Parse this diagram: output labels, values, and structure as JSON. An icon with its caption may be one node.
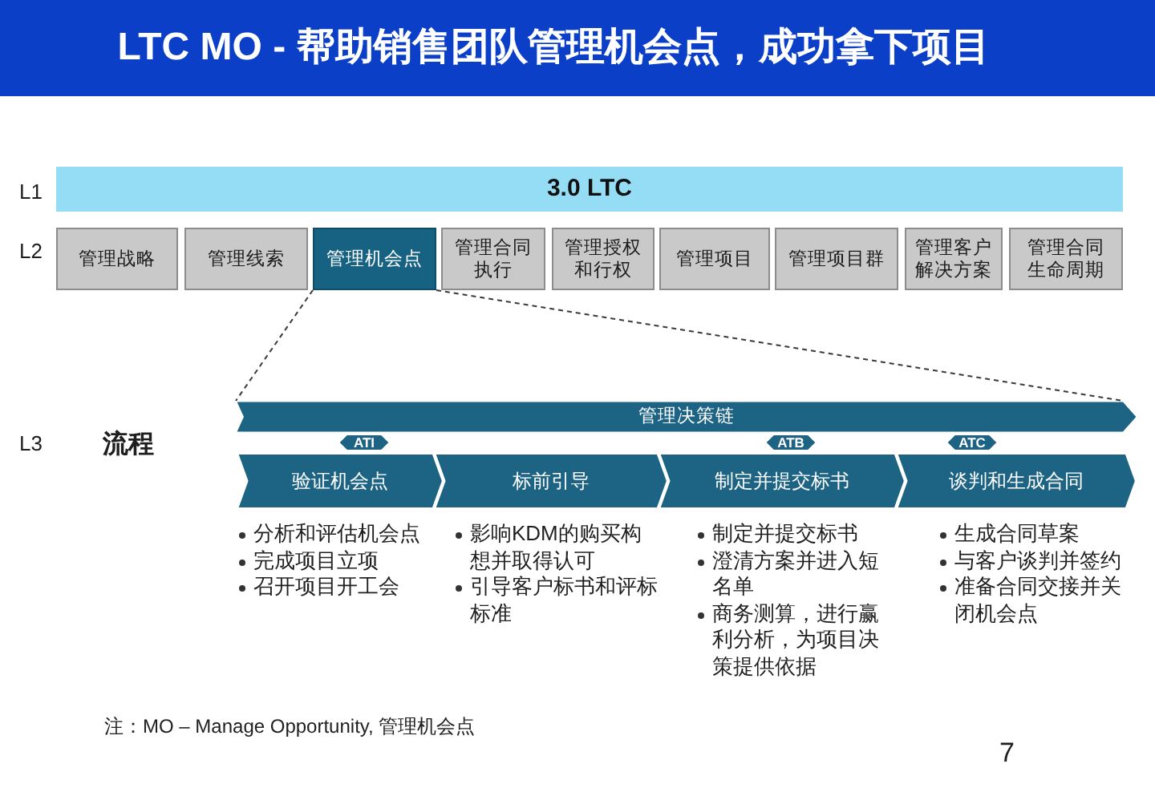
{
  "diagram": {
    "title": "LTC MO - 帮助销售团队管理机会点，成功拿下项目",
    "nodes": [
      {
        "text": [
          "3.0 LTC"
        ]
      },
      {
        "text": [
          "管理战略"
        ]
      },
      {
        "text": [
          "管理线索"
        ]
      },
      {
        "text": [
          "管理机会点"
        ]
      },
      {
        "text": [
          "管理合同执行"
        ]
      },
      {
        "text": [
          "管理授权和行权"
        ]
      },
      {
        "text": [
          "管理项目"
        ]
      },
      {
        "text": [
          "管理项目群"
        ]
      },
      {
        "text": [
          "管理客户解决方案"
        ]
      },
      {
        "text": [
          "管理合同生命周期"
        ]
      },
      {
        "text": [
          "管理决策链"
        ]
      },
      {
        "text": [
          "ATI"
        ]
      },
      {
        "text": [
          "ATB"
        ]
      },
      {
        "text": [
          "ATC"
        ]
      },
      {
        "text": [
          "验证机会点"
        ],
        "beside": [
          "分析和评估机会点",
          "完成项目立项",
          "召开项目开工会"
        ]
      },
      {
        "text": [
          "标前引导"
        ],
        "beside": [
          "影响KDM的购买构想并取得认可",
          "引导客户标书和评标标准"
        ]
      },
      {
        "text": [
          "制定并提交标书"
        ],
        "beside": [
          "制定并提交标书",
          "澄清方案并进入短名单",
          "商务测算，进行赢利分析，为项目决策提供依据"
        ]
      },
      {
        "text": [
          "谈判和生成合同"
        ],
        "beside": [
          "生成合同草案",
          "与客户谈判并签约",
          "准备合同交接并关闭机会点"
        ]
      }
    ],
    "edges": [
      {
        "from": 3,
        "to": 10,
        "arrow": "none",
        "style": "dashed"
      },
      {
        "from": 3,
        "to": 10,
        "arrow": "none",
        "style": "dashed"
      }
    ],
    "labels": [
      "L1",
      "L2",
      "L3",
      "流程",
      "注：MO – Manage Opportunity, 管理机会点",
      "7"
    ]
  }
}
